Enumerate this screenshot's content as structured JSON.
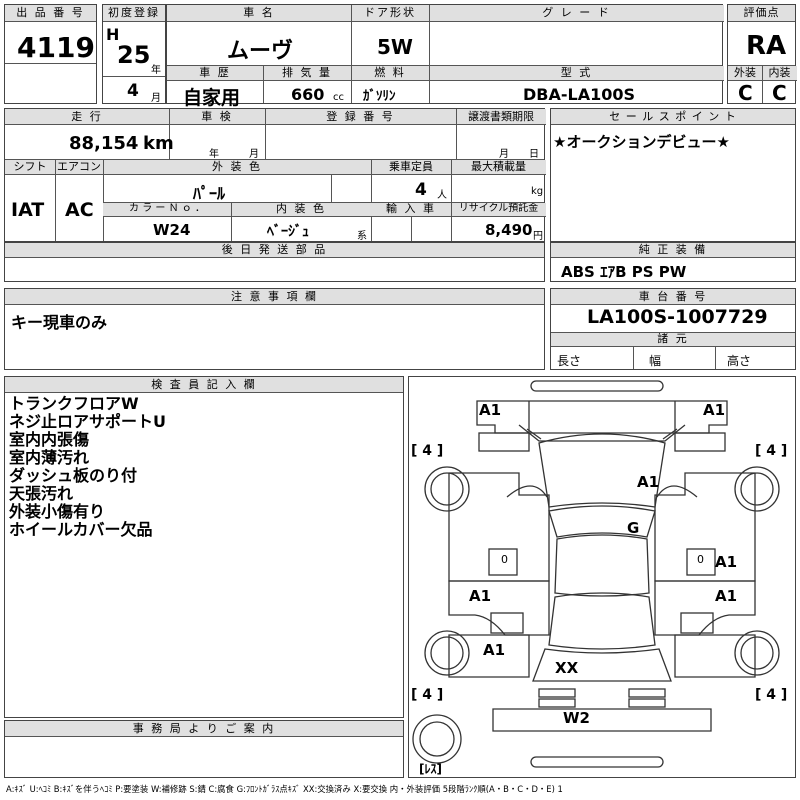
{
  "lot": {
    "label": "出 品 番 号",
    "value": "4119"
  },
  "first_reg": {
    "label": "初度登録",
    "era": "H",
    "year": "25",
    "year_unit": "年",
    "month": "4",
    "month_unit": "月"
  },
  "car_name": {
    "label": "車 名",
    "value": "ムーヴ"
  },
  "door": {
    "label": "ドア形状",
    "value": "5W"
  },
  "grade": {
    "label": "グ レ ー ド",
    "value": ""
  },
  "score": {
    "label": "評価点",
    "value": "RA"
  },
  "history": {
    "label": "車 歴",
    "value": "自家用"
  },
  "displacement": {
    "label": "排 気 量",
    "value": "660",
    "unit": "cc"
  },
  "fuel": {
    "label": "燃 料",
    "value": "ｶﾞｿﾘﾝ"
  },
  "model": {
    "label": "型 式",
    "value": "DBA-LA100S"
  },
  "exterior_score": {
    "label": "外装",
    "value": "C"
  },
  "interior_score": {
    "label": "内装",
    "value": "C"
  },
  "mileage": {
    "label": "走 行",
    "value": "88,154",
    "unit": "km"
  },
  "inspection": {
    "label": "車 検",
    "year_unit": "年",
    "month_unit": "月"
  },
  "reg_number": {
    "label": "登 録 番 号",
    "value": ""
  },
  "transfer_deadline": {
    "label": "譲渡書類期限",
    "month_unit": "月",
    "day_unit": "日"
  },
  "sales_point": {
    "label": "セ ー ル ス ポ イ ン ト",
    "value": "★オークションデビュー★"
  },
  "shift": {
    "label": "シフト",
    "value": "IAT"
  },
  "aircon": {
    "label": "エアコン",
    "value": "AC"
  },
  "ext_color": {
    "label": "外 装 色",
    "value": "ﾊﾟｰﾙ"
  },
  "capacity": {
    "label": "乗車定員",
    "value": "4",
    "unit": "人"
  },
  "max_load": {
    "label": "最大積載量",
    "unit": "kg"
  },
  "color_no": {
    "label": "カ ラ ー Ｎ ｏ ．",
    "value": "W24"
  },
  "int_color": {
    "label": "内 装 色",
    "value": "ﾍﾞｰｼﾞｭ",
    "unit": "系"
  },
  "import": {
    "label": "輸 入 車",
    "value": ""
  },
  "recycle": {
    "label": "リサイクル預託金",
    "value": "8,490",
    "unit": "円"
  },
  "later_parts": {
    "label": "後 日 発 送 部 品",
    "value": ""
  },
  "equipment": {
    "label": "純 正 装 備",
    "value": "ABS ｴｱB PS PW"
  },
  "notes": {
    "label": "注 意 事 項 欄",
    "value": "キー現車のみ"
  },
  "chassis": {
    "label": "車 台 番 号",
    "value": "LA100S-1007729"
  },
  "specs": {
    "label": "諸 元",
    "length": "長さ",
    "width": "幅",
    "height": "高さ"
  },
  "inspector": {
    "label": "検 査 員 記 入 欄",
    "items": [
      "トランクフロアW",
      "ネジ止ロアサポートU",
      "室内内張傷",
      "室内薄汚れ",
      "ダッシュ板のり付",
      "天張汚れ",
      "外装小傷有り",
      "ホイールカバー欠品"
    ]
  },
  "office": {
    "label": "事 務 局 よ り ご 案 内",
    "value": ""
  },
  "diagram": {
    "marks": {
      "front_left": "A1",
      "front_right": "A1",
      "hood": "A1",
      "roof": "G",
      "right_front_door": "A1",
      "left_rear_door": "A1",
      "right_rear_door": "A1",
      "left_rear_quarter": "A1",
      "rear_glass": "XX",
      "rear_bumper": "W2"
    },
    "tire_fl": "[ 4 ]",
    "tire_fr": "[ 4 ]",
    "tire_rl": "[ 4 ]",
    "tire_rr": "[ 4 ]",
    "spare": "[ﾚｽ]",
    "zero_l": "0",
    "zero_r": "0"
  },
  "legend": "A:ｷｽﾞ U:ﾍｺﾐ B:ｷｽﾞを伴うﾍｺﾐ P:要塗装 W:補修跡 S:錆 C:腐食 G:ﾌﾛﾝﾄｶﾞﾗｽ点ｷｽﾞ XX:交換済み X:要交換 内・外装評価 5段階ﾗﾝｸ順(A・B・C・D・E) 1"
}
